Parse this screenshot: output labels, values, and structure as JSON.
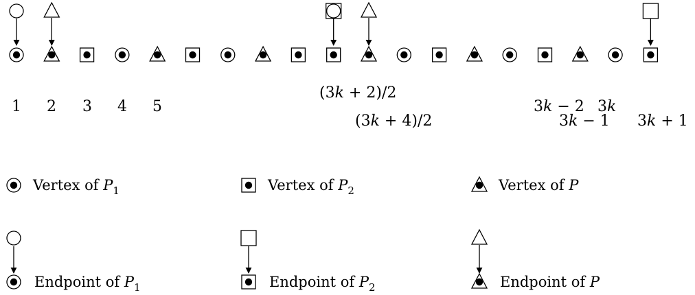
{
  "vertex_sequence": [
    "circle",
    "triangle",
    "square",
    "circle",
    "triangle",
    "square",
    "circle",
    "triangle",
    "square",
    "square",
    "triangle",
    "circle",
    "square",
    "triangle",
    "circle",
    "square",
    "triangle",
    "circle",
    "square"
  ],
  "endpoints": [
    {
      "index": 0,
      "shape": "circle"
    },
    {
      "index": 1,
      "shape": "triangle"
    },
    {
      "index": 9,
      "shape": "circle-in-square"
    },
    {
      "index": 10,
      "shape": "triangle"
    },
    {
      "index": 18,
      "shape": "square"
    }
  ],
  "position_labels": [
    {
      "text": "1"
    },
    {
      "text": "2"
    },
    {
      "text": "3"
    },
    {
      "text": "4"
    },
    {
      "text": "5"
    },
    {
      "text": "(3k + 2)/2"
    },
    {
      "text": "(3k + 4)/2"
    },
    {
      "text": "3k − 2"
    },
    {
      "text": "3k"
    },
    {
      "text": "3k − 1"
    },
    {
      "text": "3k + 1"
    }
  ],
  "legend": {
    "vertex": [
      {
        "shape": "circle",
        "text": "Vertex of ",
        "sym": "P",
        "sub": "1"
      },
      {
        "shape": "square",
        "text": "Vertex of ",
        "sym": "P",
        "sub": "2"
      },
      {
        "shape": "triangle",
        "text": "Vertex of ",
        "sym": "P",
        "sub": ""
      }
    ],
    "endpoint": [
      {
        "shape": "circle",
        "text": "Endpoint of ",
        "sym": "P",
        "sub": "1"
      },
      {
        "shape": "square",
        "text": "Endpoint of ",
        "sym": "P",
        "sub": "2"
      },
      {
        "shape": "triangle",
        "text": "Endpoint of ",
        "sym": "P",
        "sub": ""
      }
    ]
  }
}
